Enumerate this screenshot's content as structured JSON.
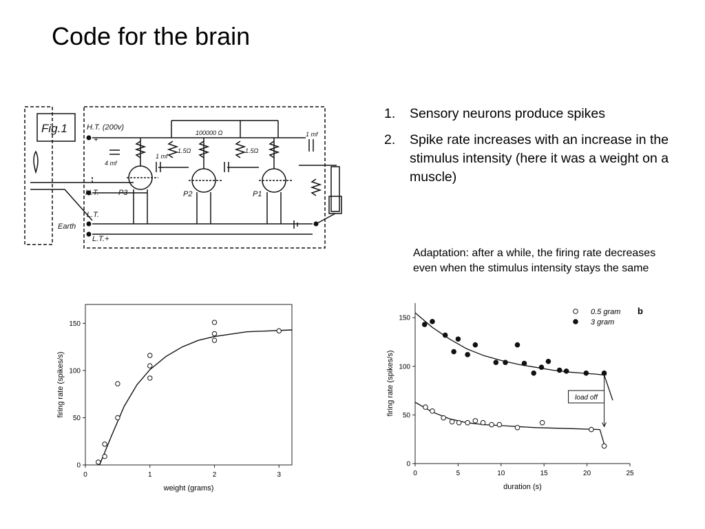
{
  "slide": {
    "title": "Code for the brain"
  },
  "circuit": {
    "fig_label": "Fig.1",
    "labels": [
      "H.T. (200v)",
      "+",
      "H.T.",
      "L.T.",
      "L.T.+",
      "Earth",
      "P3",
      "P2",
      "P1",
      "100000 Ω",
      "1.5Ω",
      "1.5Ω",
      "1 mf",
      "1 mf",
      "4 mf"
    ]
  },
  "points": [
    {
      "num": "1.",
      "text": "Sensory neurons produce spikes"
    },
    {
      "num": "2.",
      "text": "Spike rate increases with an increase in the stimulus intensity (here it was a weight on a muscle)"
    }
  ],
  "adaptation_note": "Adaptation: after a while, the firing rate decreases even when the stimulus intensity stays the same",
  "chart_data": [
    {
      "type": "scatter",
      "title": "",
      "xlabel": "weight (grams)",
      "ylabel": "firing rate (spikes/s)",
      "xlim": [
        0,
        3.2
      ],
      "ylim": [
        0,
        170
      ],
      "xticks": [
        0,
        1,
        2,
        3
      ],
      "yticks": [
        0,
        50,
        100,
        150
      ],
      "series": [
        {
          "points": [
            [
              0.2,
              3
            ],
            [
              0.3,
              9
            ],
            [
              0.3,
              22
            ],
            [
              0.5,
              50
            ],
            [
              0.5,
              86
            ],
            [
              1.0,
              92
            ],
            [
              1.0,
              105
            ],
            [
              1.0,
              116
            ],
            [
              2.0,
              132
            ],
            [
              2.0,
              139
            ],
            [
              2.0,
              151
            ],
            [
              3.0,
              142
            ]
          ]
        }
      ],
      "fit_curve": [
        [
          0.22,
          0
        ],
        [
          0.4,
          30
        ],
        [
          0.6,
          62
        ],
        [
          0.8,
          85
        ],
        [
          1.0,
          101
        ],
        [
          1.25,
          115
        ],
        [
          1.5,
          125
        ],
        [
          1.75,
          132
        ],
        [
          2.0,
          136
        ],
        [
          2.5,
          141
        ],
        [
          3.2,
          143
        ]
      ],
      "grid": false
    },
    {
      "type": "scatter",
      "title": "",
      "panel_label": "b",
      "xlabel": "duration (s)",
      "ylabel": "firing rate (spikes/s)",
      "xlim": [
        0,
        25
      ],
      "ylim": [
        0,
        165
      ],
      "xticks": [
        0,
        5,
        10,
        15,
        20,
        25
      ],
      "yticks": [
        0,
        50,
        100,
        150
      ],
      "legend_position": "top-right",
      "annotation": "load off",
      "series": [
        {
          "name": "0.5 gram",
          "marker": "open-circle",
          "points": [
            [
              1.2,
              58
            ],
            [
              2.0,
              54
            ],
            [
              3.3,
              47
            ],
            [
              4.3,
              43
            ],
            [
              5.1,
              42
            ],
            [
              6.1,
              42
            ],
            [
              7.0,
              44
            ],
            [
              7.9,
              42
            ],
            [
              8.9,
              40
            ],
            [
              9.8,
              40
            ],
            [
              11.9,
              37
            ],
            [
              14.8,
              42
            ],
            [
              20.5,
              35
            ],
            [
              22.0,
              18
            ]
          ],
          "fit_curve": [
            [
              0,
              63
            ],
            [
              2,
              53
            ],
            [
              4,
              46
            ],
            [
              6,
              42
            ],
            [
              8,
              40
            ],
            [
              10,
              39
            ],
            [
              14,
              37
            ],
            [
              18,
              36
            ],
            [
              21.5,
              35
            ],
            [
              22,
              20
            ]
          ]
        },
        {
          "name": "3 gram",
          "marker": "filled-circle",
          "points": [
            [
              1.1,
              143
            ],
            [
              2.0,
              146
            ],
            [
              3.5,
              132
            ],
            [
              4.5,
              115
            ],
            [
              5.0,
              128
            ],
            [
              6.1,
              112
            ],
            [
              7.0,
              122
            ],
            [
              9.4,
              104
            ],
            [
              10.5,
              104
            ],
            [
              11.9,
              122
            ],
            [
              12.7,
              103
            ],
            [
              13.8,
              93
            ],
            [
              14.7,
              99
            ],
            [
              15.5,
              105
            ],
            [
              16.8,
              96
            ],
            [
              17.6,
              95
            ],
            [
              19.9,
              93
            ],
            [
              22.0,
              93
            ]
          ],
          "fit_curve": [
            [
              0,
              155
            ],
            [
              2,
              140
            ],
            [
              4,
              128
            ],
            [
              6,
              118
            ],
            [
              8,
              111
            ],
            [
              10,
              106
            ],
            [
              12,
              102
            ],
            [
              14,
              99
            ],
            [
              16,
              96
            ],
            [
              18,
              94
            ],
            [
              21,
              92
            ],
            [
              22,
              91
            ],
            [
              23,
              65
            ]
          ]
        }
      ],
      "grid": false
    }
  ]
}
